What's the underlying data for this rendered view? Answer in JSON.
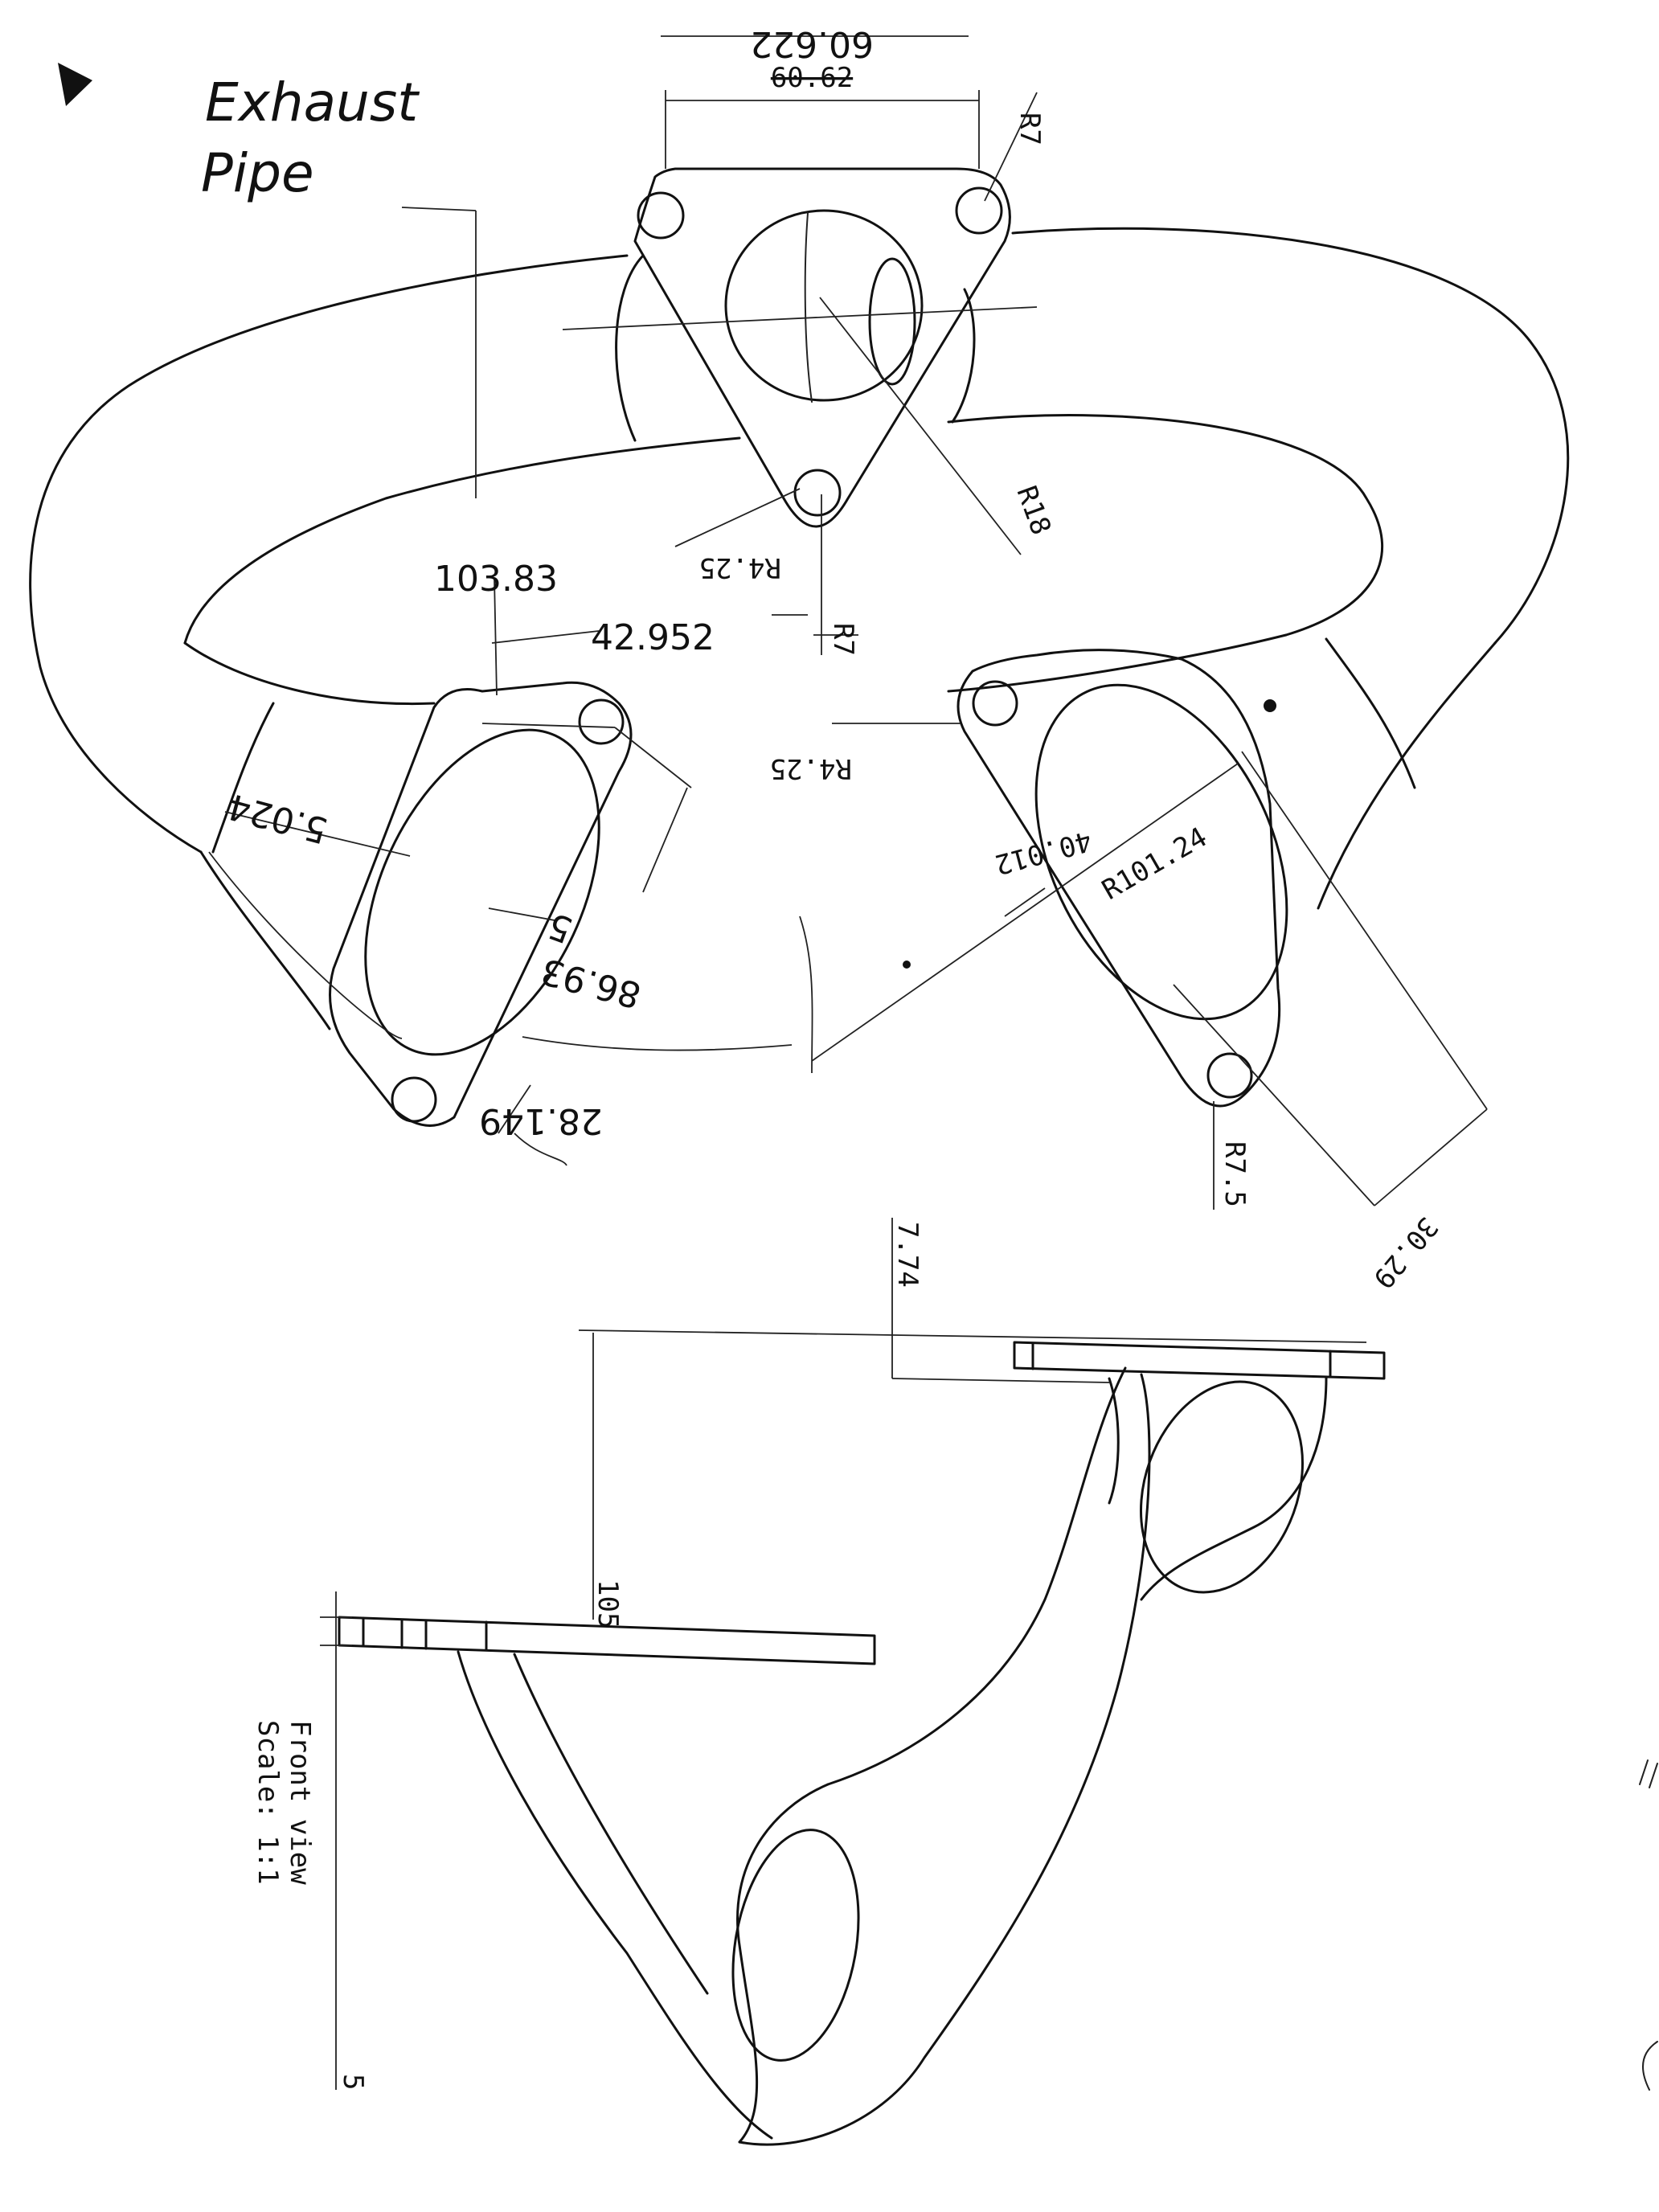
{
  "title": {
    "line1": "Exhaust",
    "line2": "Pipe"
  },
  "top_view": {
    "dimensions": {
      "flange_span_handwritten": "60.622",
      "flange_span_struck": "60.62",
      "r7_top": "R7",
      "r18": "R18",
      "r425_center": "R4.25",
      "r7_center": "R7",
      "d_103_83": "103.83",
      "d_42_952": "42.952",
      "d_5_024": "5.024",
      "d_5": "5",
      "d_86_93": "86.93",
      "d_28_149": "28.149",
      "r425_right": "R4.25",
      "d_40_012": "40.012",
      "r101_24": "R101.24",
      "r7_5": "R7.5",
      "d_30_29": "30.29"
    }
  },
  "front_view": {
    "label": "Front view",
    "scale": "Scale: 1:1",
    "dimensions": {
      "d_7_74": "7.74",
      "d_105": "105",
      "d_5": "5"
    }
  }
}
